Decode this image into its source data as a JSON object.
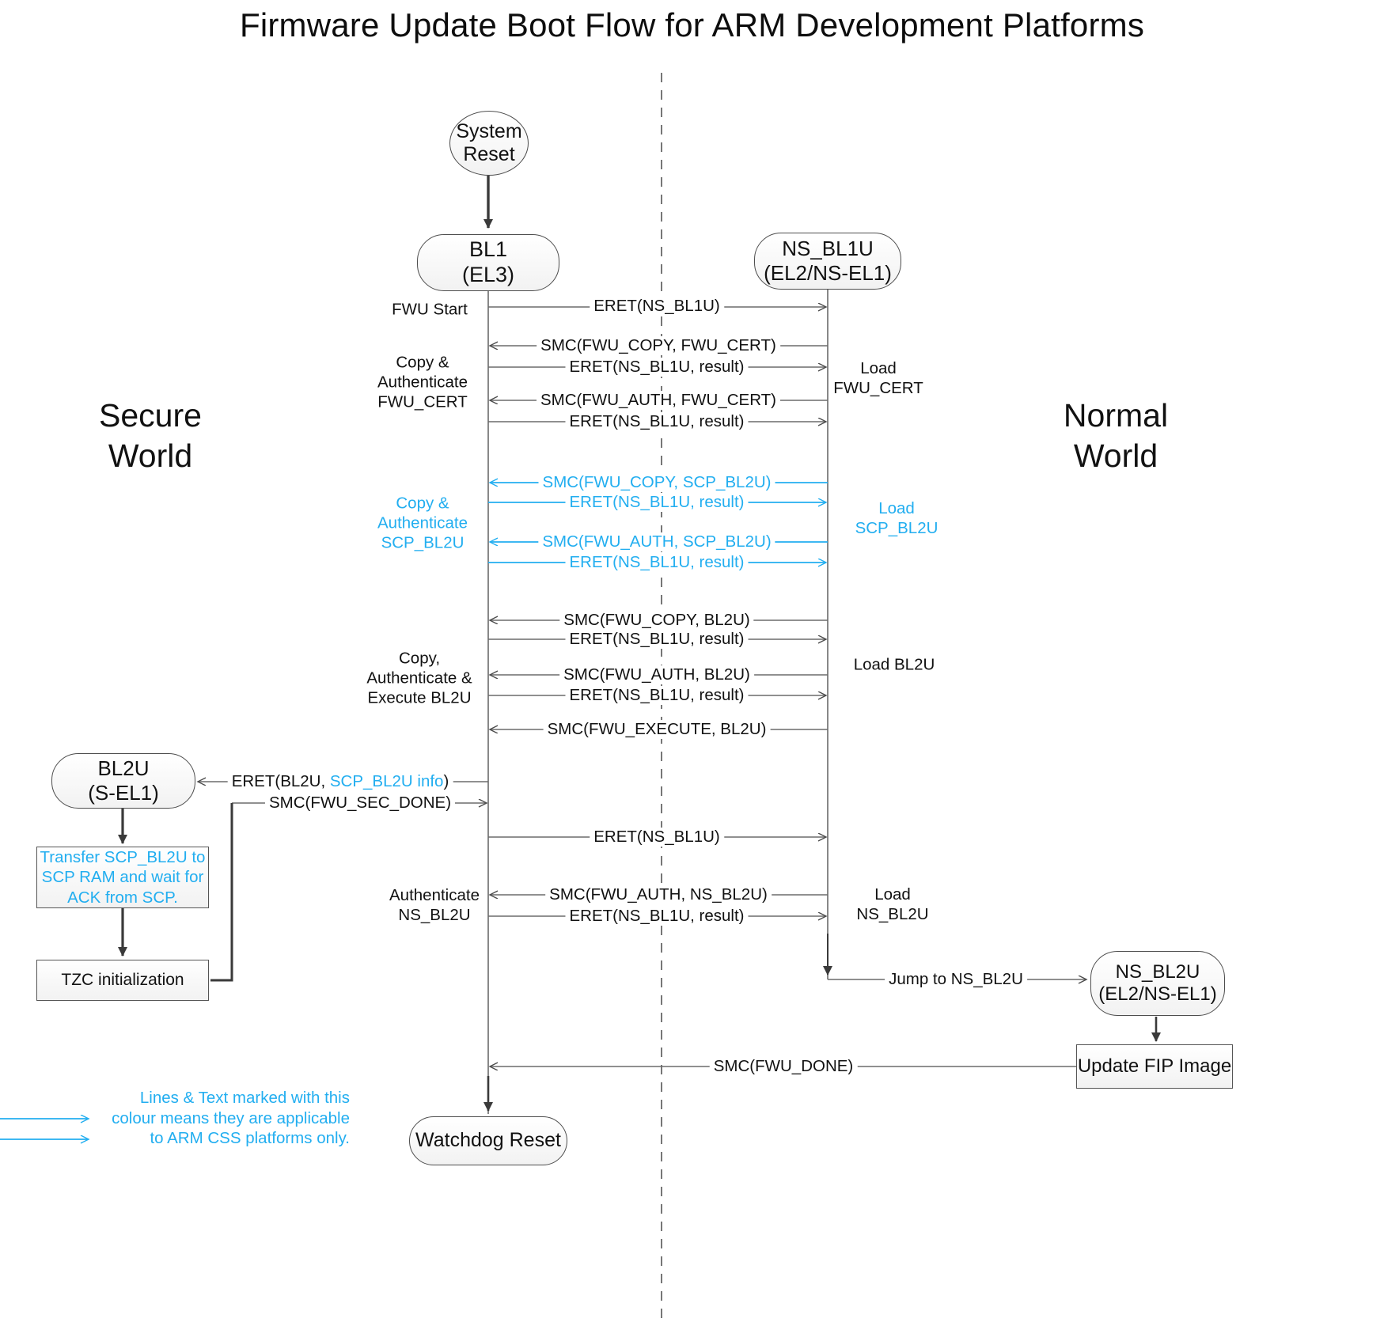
{
  "title": "Firmware Update Boot Flow for ARM Development Platforms",
  "colors": {
    "accent_cyan": "#22AEF0",
    "line_black": "#4d4d4d",
    "node_fill": "#f2f2f2",
    "background": "#ffffff"
  },
  "world_labels": {
    "secure": "Secure\nWorld",
    "normal": "Normal\nWorld"
  },
  "nodes": {
    "system_reset": {
      "line1": "System",
      "line2": "Reset"
    },
    "bl1": {
      "line1": "BL1",
      "line2": "(EL3)"
    },
    "ns_bl1u": {
      "line1": "NS_BL1U",
      "line2": "(EL2/NS-EL1)"
    },
    "bl2u": {
      "line1": "BL2U",
      "line2": "(S-EL1)"
    },
    "transfer_scp": {
      "line1": "Transfer SCP_BL2U to",
      "line2": "SCP RAM and wait for",
      "line3": "ACK from SCP."
    },
    "tzc_init": {
      "line1": "TZC initialization"
    },
    "ns_bl2u": {
      "line1": "NS_BL2U",
      "line2": "(EL2/NS-EL1)"
    },
    "update_fip": {
      "line1": "Update FIP Image"
    },
    "watchdog_reset": {
      "line1": "Watchdog Reset"
    }
  },
  "messages": [
    {
      "id": "m1",
      "label": "ERET(NS_BL1U)",
      "cyan": false
    },
    {
      "id": "m2",
      "label": "SMC(FWU_COPY, FWU_CERT)",
      "cyan": false
    },
    {
      "id": "m3",
      "label": "ERET(NS_BL1U, result)",
      "cyan": false
    },
    {
      "id": "m4",
      "label": "SMC(FWU_AUTH, FWU_CERT)",
      "cyan": false
    },
    {
      "id": "m5",
      "label": "ERET(NS_BL1U, result)",
      "cyan": false
    },
    {
      "id": "m6",
      "label": "SMC(FWU_COPY, SCP_BL2U)",
      "cyan": true
    },
    {
      "id": "m7",
      "label": "ERET(NS_BL1U, result)",
      "cyan": true
    },
    {
      "id": "m8",
      "label": "SMC(FWU_AUTH, SCP_BL2U)",
      "cyan": true
    },
    {
      "id": "m9",
      "label": "ERET(NS_BL1U, result)",
      "cyan": true
    },
    {
      "id": "m10",
      "label": "SMC(FWU_COPY, BL2U)",
      "cyan": false
    },
    {
      "id": "m11",
      "label": "ERET(NS_BL1U, result)",
      "cyan": false
    },
    {
      "id": "m12",
      "label": "SMC(FWU_AUTH, BL2U)",
      "cyan": false
    },
    {
      "id": "m13",
      "label": "ERET(NS_BL1U, result)",
      "cyan": false
    },
    {
      "id": "m14",
      "label": "SMC(FWU_EXECUTE, BL2U)",
      "cyan": false
    },
    {
      "id": "m15",
      "label": "SMC(FWU_SEC_DONE)",
      "cyan": false
    },
    {
      "id": "m16",
      "label": "ERET(NS_BL1U)",
      "cyan": false
    },
    {
      "id": "m17",
      "label": "SMC(FWU_AUTH, NS_BL2U)",
      "cyan": false
    },
    {
      "id": "m18",
      "label": "ERET(NS_BL1U, result)",
      "cyan": false
    },
    {
      "id": "m19",
      "label": "Jump to NS_BL2U",
      "cyan": false
    },
    {
      "id": "m20",
      "label": "SMC(FWU_DONE)",
      "cyan": false
    }
  ],
  "eret_bl2u": {
    "prefix": "ERET(BL2U, ",
    "cyan_part": "SCP_BL2U info",
    "suffix": ")"
  },
  "left_notes": [
    {
      "id": "n1",
      "text": "FWU Start",
      "cyan": false
    },
    {
      "id": "n2",
      "text": "Copy &\nAuthenticate\nFWU_CERT",
      "cyan": false
    },
    {
      "id": "n3",
      "text": "Copy &\nAuthenticate\nSCP_BL2U",
      "cyan": true
    },
    {
      "id": "n4",
      "text": "Copy,\nAuthenticate &\nExecute BL2U",
      "cyan": false
    },
    {
      "id": "n5",
      "text": "Authenticate\nNS_BL2U",
      "cyan": false
    }
  ],
  "right_notes": [
    {
      "id": "r1",
      "text": "Load\nFWU_CERT",
      "cyan": false
    },
    {
      "id": "r2",
      "text": "Load\nSCP_BL2U",
      "cyan": true
    },
    {
      "id": "r3",
      "text": "Load BL2U",
      "cyan": false
    },
    {
      "id": "r4",
      "text": "Load\nNS_BL2U",
      "cyan": false
    }
  ],
  "legend": {
    "text": "Lines & Text marked with this\ncolour means they are applicable\nto ARM CSS platforms only."
  }
}
